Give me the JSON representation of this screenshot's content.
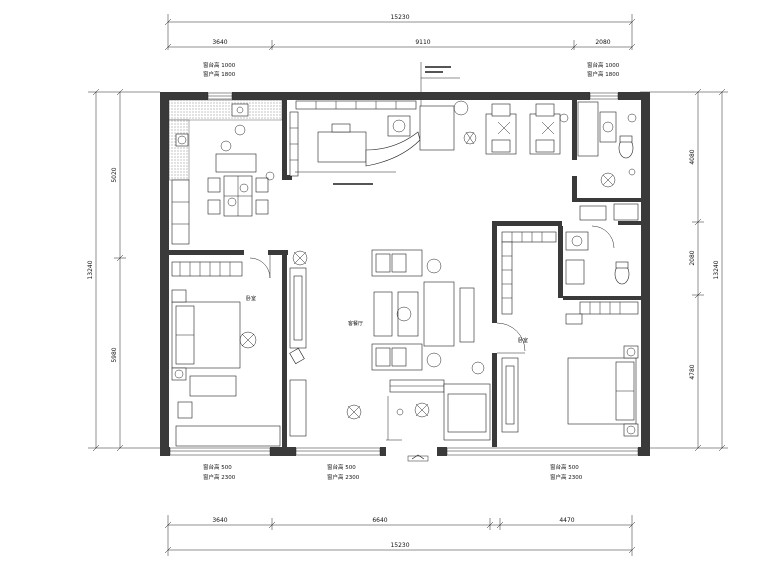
{
  "dimensions": {
    "top_total": "15230",
    "top_segments": [
      "3640",
      "9110",
      "2080"
    ],
    "bottom_segments": [
      "3640",
      "6640",
      "4470"
    ],
    "bottom_total": "15230",
    "left_outer": "13240",
    "left_upper": "5020",
    "left_lower": "5980",
    "right_outer": "13240",
    "right_segments": [
      "4080",
      "2080",
      "4780"
    ]
  },
  "window_notes": {
    "top_left": {
      "sill": "窗台高 1000",
      "height": "窗户高 1800"
    },
    "top_right": {
      "sill": "窗台高 1000",
      "height": "窗户高 1800"
    },
    "bottom_left": {
      "sill": "窗台高 500",
      "height": "窗户高 2300"
    },
    "bottom_mid": {
      "sill": "窗台高 500",
      "height": "窗户高 2300"
    },
    "bottom_right": {
      "sill": "窗台高 500",
      "height": "窗户高 2300"
    }
  },
  "rooms": {
    "left_bedroom": "卧室",
    "center": "客餐厅",
    "right_bedroom": "卧室"
  },
  "colors": {
    "wall": "#3a3a3a",
    "line": "#222222"
  }
}
